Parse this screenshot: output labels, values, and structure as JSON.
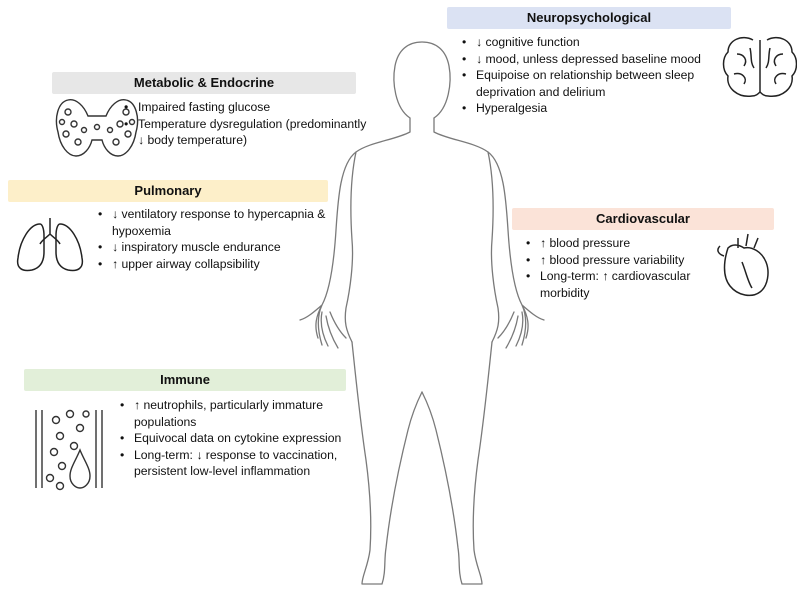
{
  "panels": {
    "neuro": {
      "title": "Neuropsychological",
      "color": "#dbe2f3",
      "items": [
        "↓ cognitive function",
        "↓ mood, unless depressed baseline mood",
        "Equipoise on relationship between sleep deprivation and delirium",
        "Hyperalgesia"
      ]
    },
    "metabolic": {
      "title": "Metabolic & Endocrine",
      "color": "#e7e7e7",
      "items": [
        "Impaired fasting glucose",
        "Temperature dysregulation (predominantly ↓ body temperature)"
      ]
    },
    "pulmonary": {
      "title": "Pulmonary",
      "color": "#fdefc9",
      "items": [
        "↓ ventilatory response to hypercapnia & hypoxemia",
        "↓ inspiratory muscle endurance",
        "↑ upper airway collapsibility"
      ]
    },
    "cardio": {
      "title": "Cardiovascular",
      "color": "#fbe3d8",
      "items": [
        "↑ blood pressure",
        "↑ blood pressure variability",
        "Long-term: ↑ cardiovascular morbidity"
      ]
    },
    "immune": {
      "title": "Immune",
      "color": "#e2efd9",
      "items": [
        "↑ neutrophils, particularly immature populations",
        "Equivocal data on cytokine expression",
        "Long-term: ↓ response to vaccination, persistent low-level inflammation"
      ]
    }
  },
  "icons": {
    "brain": "brain-icon",
    "thyroid": "thyroid-icon",
    "lungs": "lungs-icon",
    "heart": "heart-icon",
    "blood": "blood-cells-icon",
    "body": "human-body-outline"
  }
}
